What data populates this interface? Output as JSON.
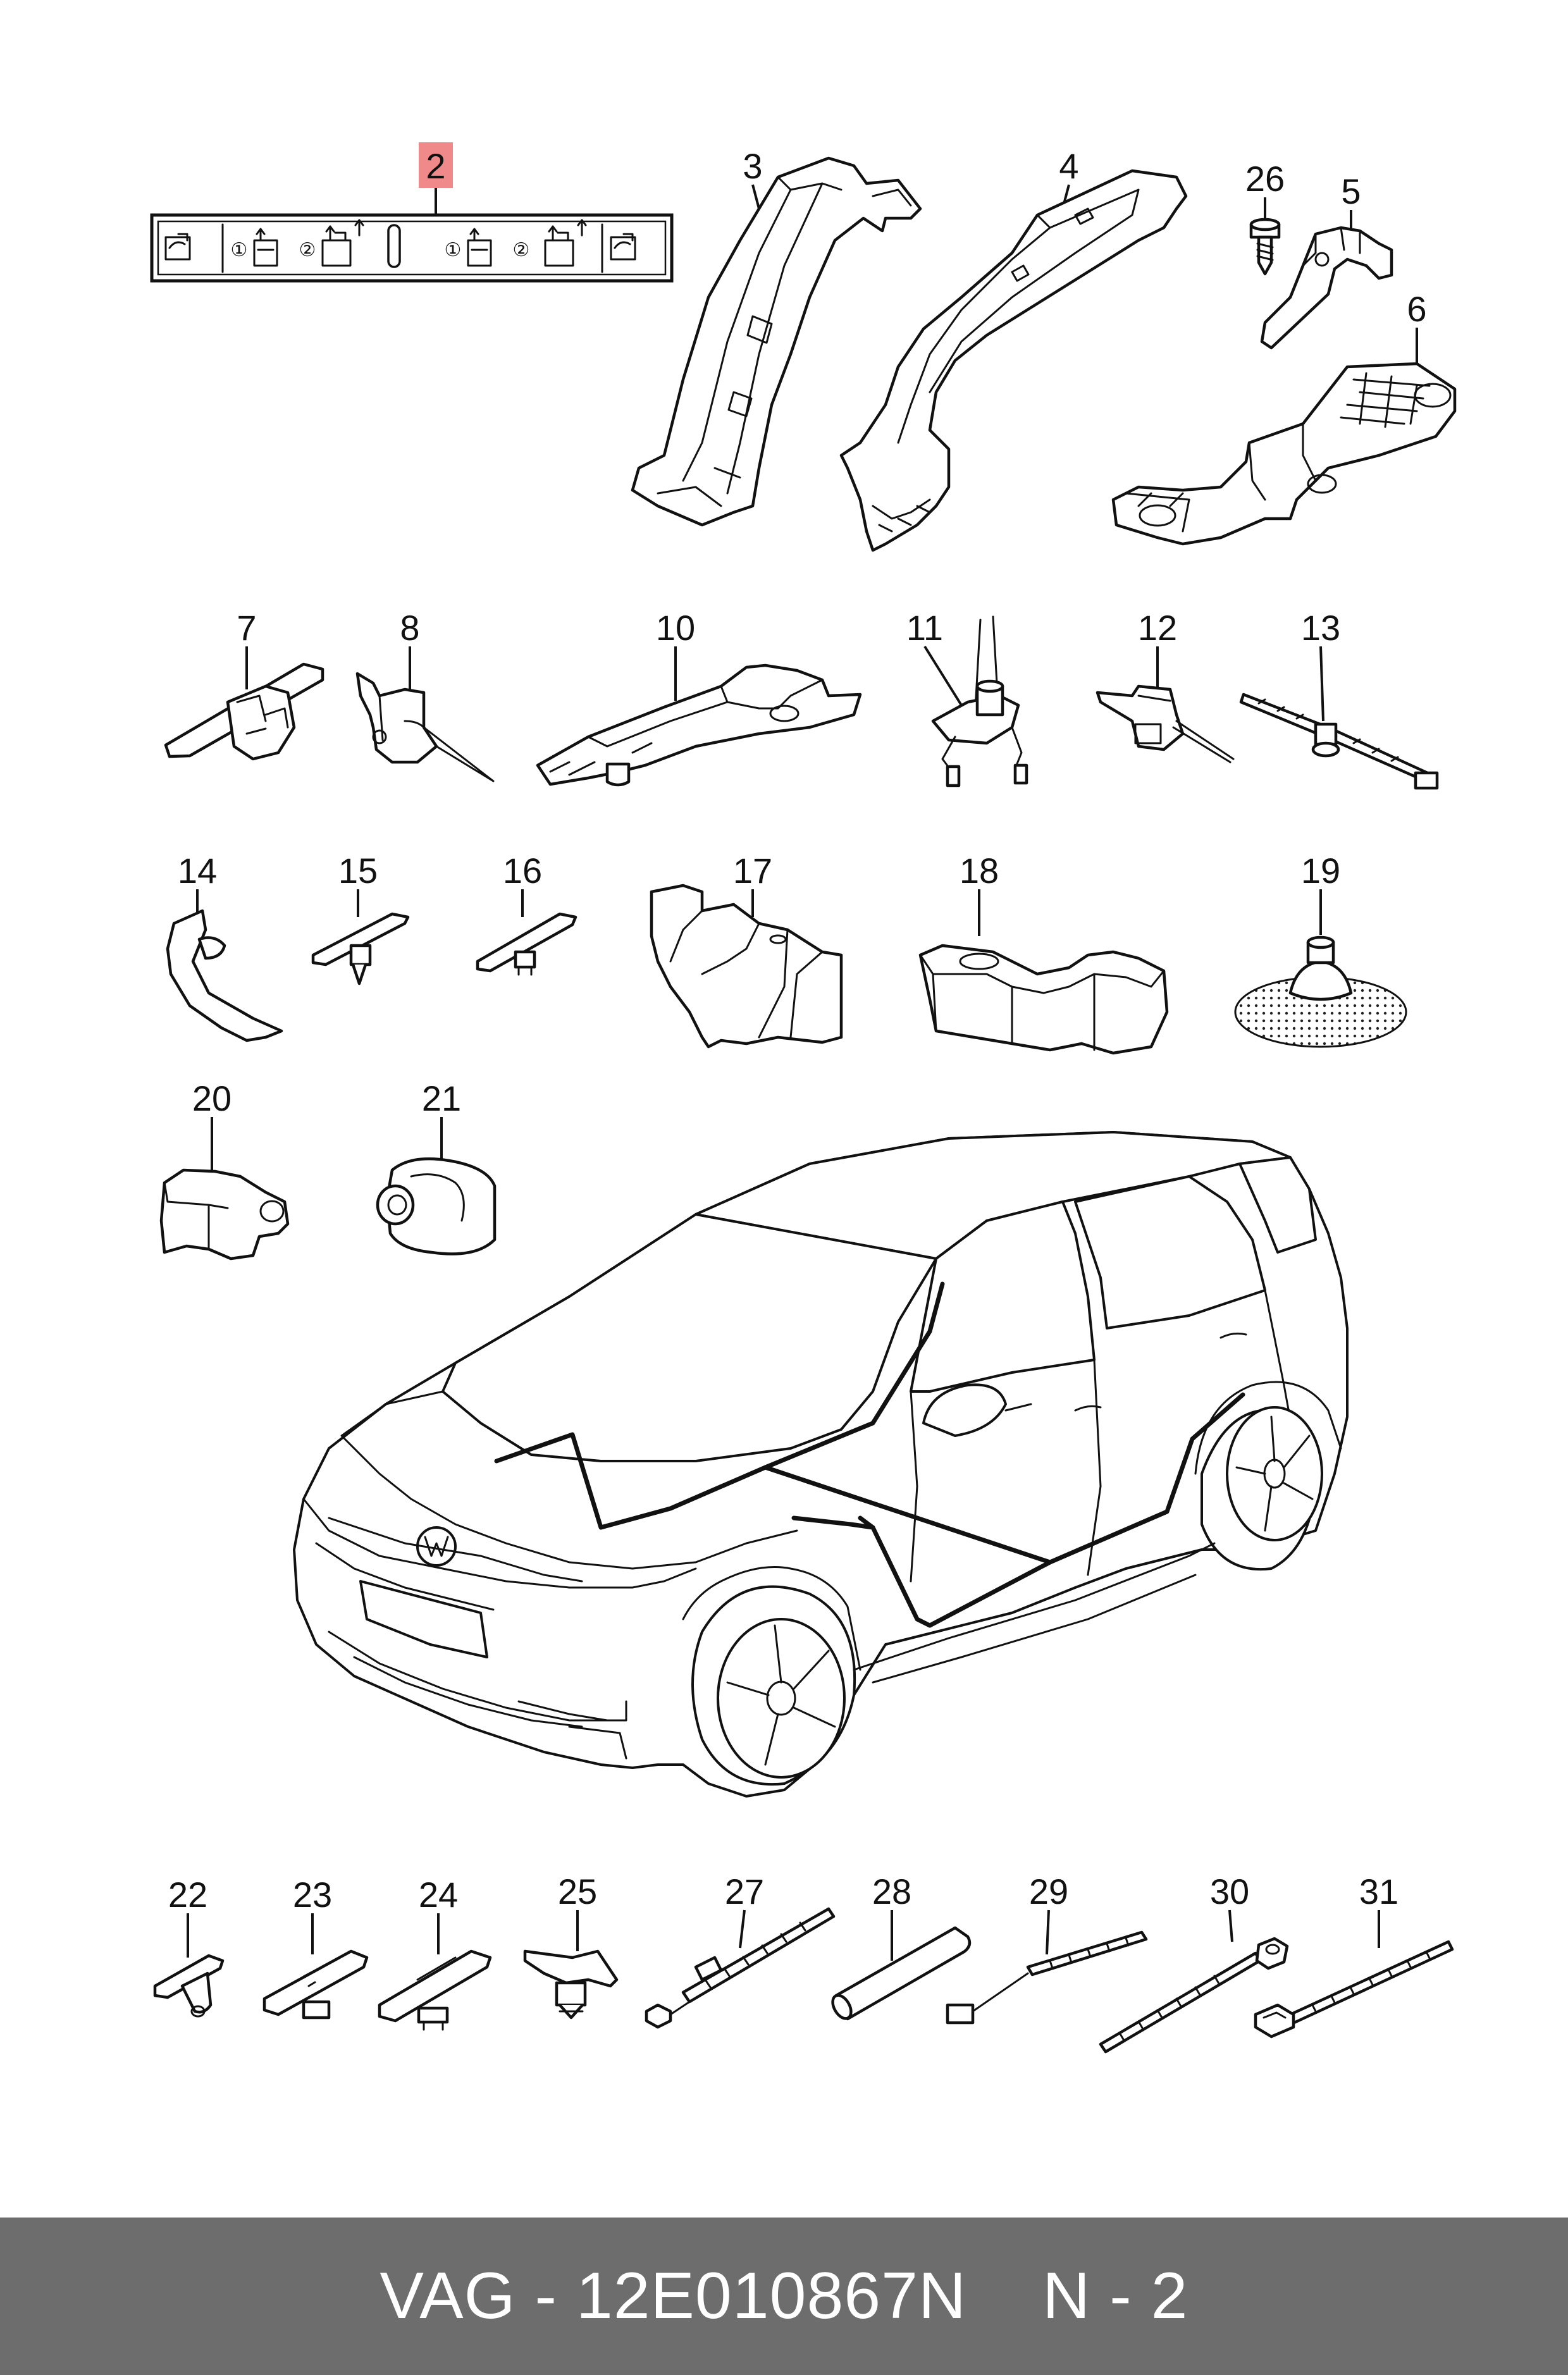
{
  "highlight_color": "#f08a8a",
  "callouts": {
    "c2": "2",
    "c3": "3",
    "c4": "4",
    "c26": "26",
    "c5": "5",
    "c6": "6",
    "c7": "7",
    "c8": "8",
    "c10": "10",
    "c11": "11",
    "c12": "12",
    "c13": "13",
    "c14": "14",
    "c15": "15",
    "c16": "16",
    "c17": "17",
    "c18": "18",
    "c19": "19",
    "c20": "20",
    "c21": "21",
    "c22": "22",
    "c23": "23",
    "c24": "24",
    "c25": "25",
    "c27": "27",
    "c28": "28",
    "c29": "29",
    "c30": "30",
    "c31": "31"
  },
  "instruction_strip": {
    "step1": "①",
    "step2": "②",
    "step3": "①",
    "step4": "②"
  },
  "footer": {
    "part_ref": "VAG - 12E010867N",
    "page_ref": "N - 2",
    "background": "#6d6d6d"
  }
}
